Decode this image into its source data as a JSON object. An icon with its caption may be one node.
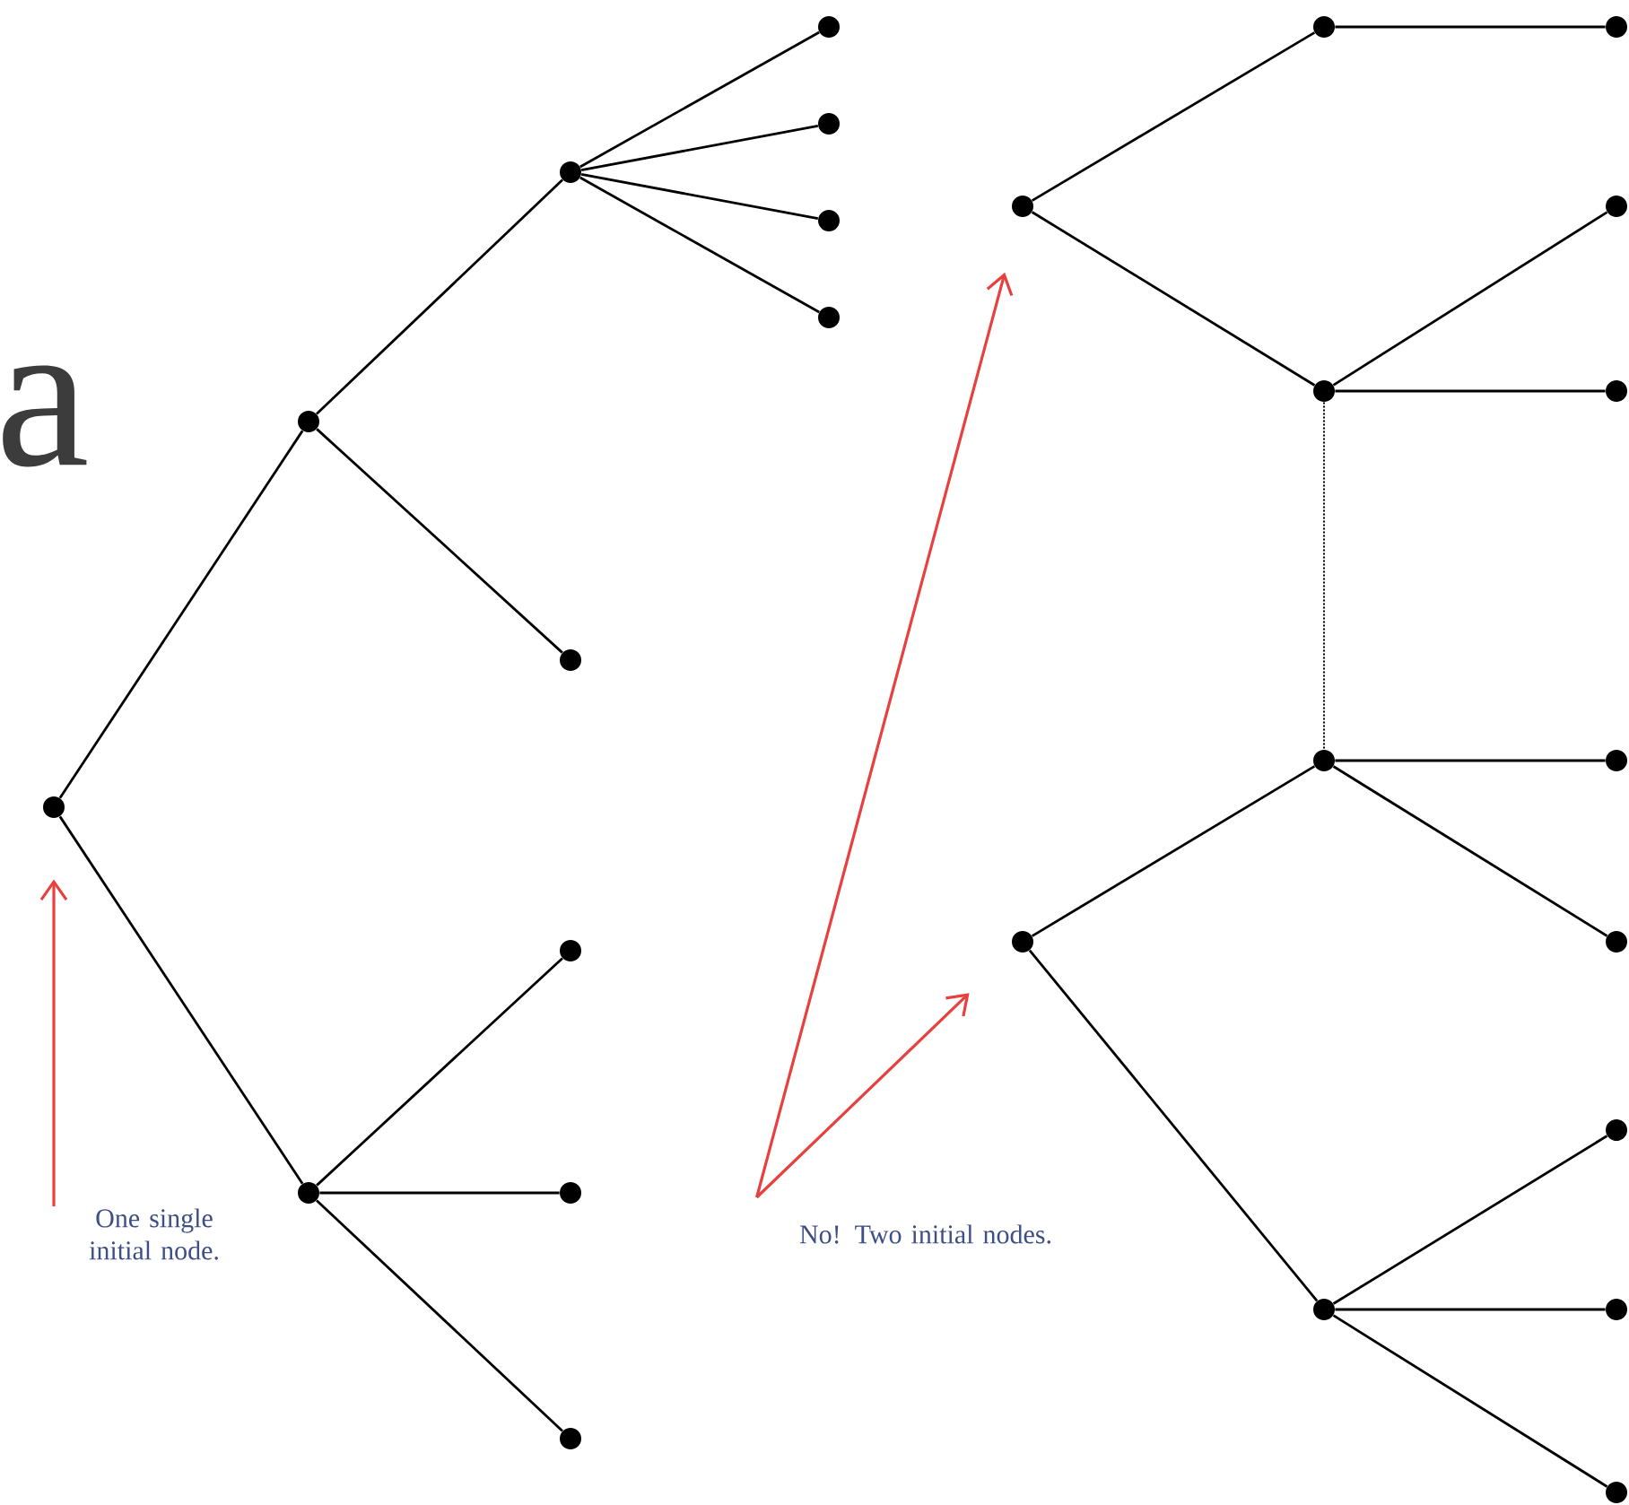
{
  "diagram": {
    "nodes": [
      {
        "text": [],
        "shape": "circle"
      },
      {
        "text": [],
        "shape": "circle"
      },
      {
        "text": [],
        "shape": "circle"
      },
      {
        "text": [],
        "shape": "circle"
      },
      {
        "text": [],
        "shape": "circle"
      },
      {
        "text": [],
        "shape": "circle"
      },
      {
        "text": [],
        "shape": "circle"
      },
      {
        "text": [],
        "shape": "circle"
      },
      {
        "text": [],
        "shape": "circle"
      },
      {
        "text": [],
        "shape": "circle"
      },
      {
        "text": [],
        "shape": "circle"
      },
      {
        "text": [],
        "shape": "circle"
      },
      {
        "text": [],
        "shape": "circle"
      },
      {
        "text": [],
        "shape": "circle"
      },
      {
        "text": [],
        "shape": "circle"
      },
      {
        "text": [],
        "shape": "circle"
      },
      {
        "text": [],
        "shape": "circle"
      },
      {
        "text": [],
        "shape": "circle"
      },
      {
        "text": [],
        "shape": "circle"
      },
      {
        "text": [],
        "shape": "circle"
      },
      {
        "text": [],
        "shape": "circle"
      },
      {
        "text": [],
        "shape": "circle"
      },
      {
        "text": [],
        "shape": "circle"
      },
      {
        "text": [],
        "shape": "circle"
      },
      {
        "text": [],
        "shape": "circle"
      },
      {
        "text": [],
        "shape": "circle"
      },
      {
        "text": [
          "One single initial node."
        ]
      },
      {
        "text": [
          "No! Two initial nodes."
        ]
      }
    ],
    "edges": [
      {
        "from": 0,
        "to": 1,
        "arrow": "none"
      },
      {
        "from": 1,
        "to": 2,
        "arrow": "none"
      },
      {
        "from": 2,
        "to": 3,
        "arrow": "none"
      },
      {
        "from": 2,
        "to": 4,
        "arrow": "none"
      },
      {
        "from": 2,
        "to": 5,
        "arrow": "none"
      },
      {
        "from": 2,
        "to": 6,
        "arrow": "none"
      },
      {
        "from": 1,
        "to": 7,
        "arrow": "none"
      },
      {
        "from": 0,
        "to": 8,
        "arrow": "none"
      },
      {
        "from": 8,
        "to": 9,
        "arrow": "none"
      },
      {
        "from": 8,
        "to": 10,
        "arrow": "none"
      },
      {
        "from": 8,
        "to": 11,
        "arrow": "none"
      },
      {
        "from": 12,
        "to": 13,
        "arrow": "none"
      },
      {
        "from": 13,
        "to": 14,
        "arrow": "none"
      },
      {
        "from": 12,
        "to": 15,
        "arrow": "none"
      },
      {
        "from": 15,
        "to": 16,
        "arrow": "none"
      },
      {
        "from": 15,
        "to": 17,
        "arrow": "none"
      },
      {
        "from": 15,
        "to": 18,
        "arrow": "none",
        "style": "dashed"
      },
      {
        "from": 18,
        "to": 19,
        "arrow": "none"
      },
      {
        "from": 18,
        "to": 20,
        "arrow": "none"
      },
      {
        "from": 21,
        "to": 18,
        "arrow": "none"
      },
      {
        "from": 21,
        "to": 22,
        "arrow": "none"
      },
      {
        "from": 22,
        "to": 23,
        "arrow": "none"
      },
      {
        "from": 22,
        "to": 24,
        "arrow": "none"
      },
      {
        "from": 22,
        "to": 25,
        "arrow": "none"
      },
      {
        "from": 26,
        "to": 0,
        "arrow": "to",
        "color": "#e8403f"
      },
      {
        "from": 27,
        "to": 12,
        "arrow": "to",
        "color": "#e8403f"
      },
      {
        "from": 27,
        "to": 21,
        "arrow": "to",
        "color": "#e8403f"
      }
    ],
    "labels": [
      "a"
    ]
  }
}
